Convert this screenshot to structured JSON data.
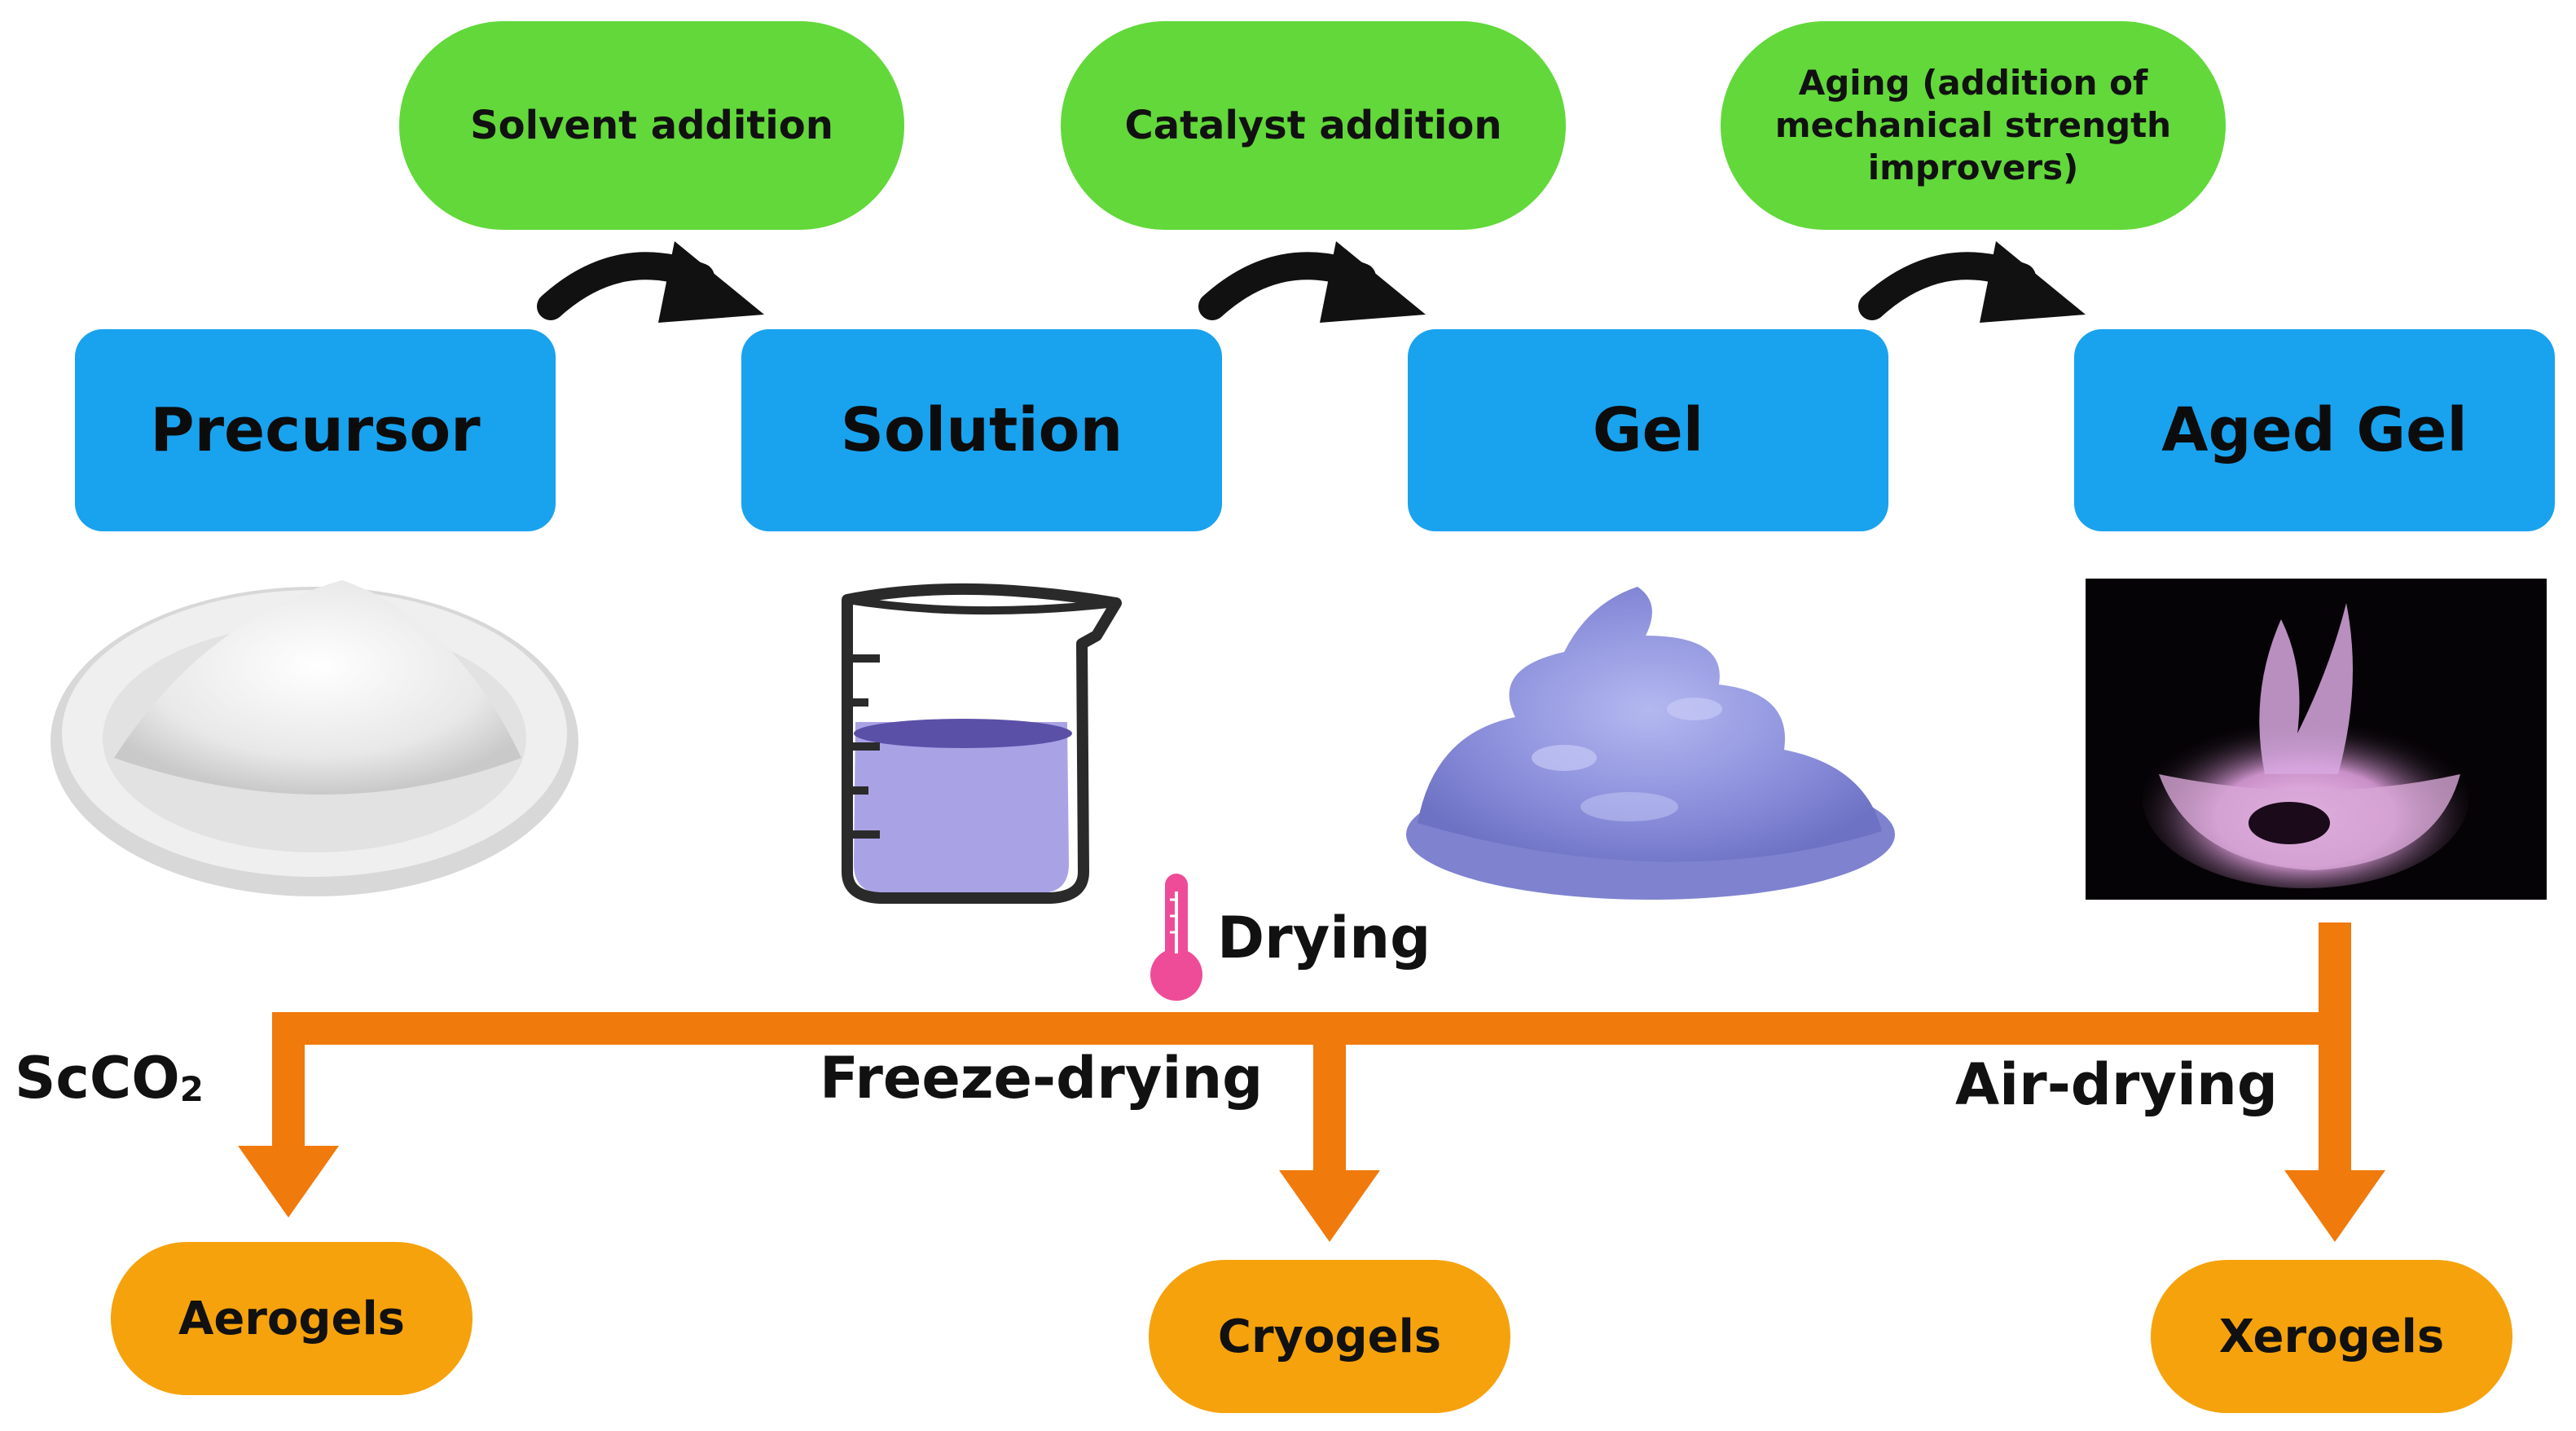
{
  "process_steps": [
    {
      "label": "Solvent addition"
    },
    {
      "label": "Catalyst addition"
    },
    {
      "label": "Aging (addition of mechanical strength improvers)",
      "lines": [
        "Aging (addition of",
        "mechanical strength",
        "improvers)"
      ]
    }
  ],
  "states": [
    {
      "label": "Precursor",
      "icon": "white-powder-plate-image"
    },
    {
      "label": "Solution",
      "icon": "beaker-with-purple-liquid-icon"
    },
    {
      "label": "Gel",
      "icon": "purple-gel-blob-image"
    },
    {
      "label": "Aged Gel",
      "icon": "aged-gel-dish-image"
    }
  ],
  "drying": {
    "label": "Drying",
    "icon": "thermometer-icon",
    "methods": [
      {
        "method_text": "ScCO",
        "method_sub": "2",
        "product": "Aerogels"
      },
      {
        "method": "Freeze-drying",
        "product": "Cryogels"
      },
      {
        "method": "Air-drying",
        "product": "Xerogels"
      }
    ]
  },
  "colors": {
    "process_step": "#62d83a",
    "state": "#19a2ee",
    "product": "#f6a20c",
    "drying_line": "#f07a0c",
    "thermometer": "#ee4c98"
  }
}
